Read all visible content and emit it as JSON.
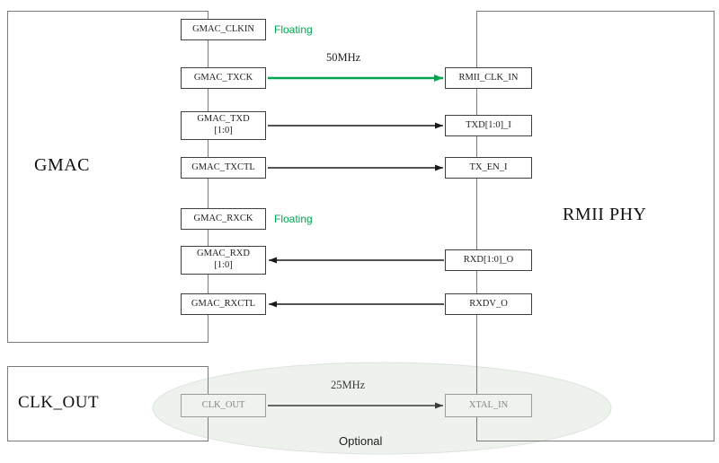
{
  "colors": {
    "green": "#00a550",
    "line": "#1a1a1a",
    "muted": "#858585",
    "ellipse": "#e9efe9"
  },
  "blocks": {
    "gmac": "GMAC",
    "rmii_phy": "RMII PHY",
    "clk_out": "CLK_OUT"
  },
  "ports_left": [
    {
      "label": "GMAC_CLKIN"
    },
    {
      "label": "GMAC_TXCK"
    },
    {
      "label": "GMAC_TXD\n[1:0]"
    },
    {
      "label": "GMAC_TXCTL"
    },
    {
      "label": "GMAC_RXCK"
    },
    {
      "label": "GMAC_RXD\n[1:0]"
    },
    {
      "label": "GMAC_RXCTL"
    },
    {
      "label": "CLK_OUT"
    }
  ],
  "ports_right": [
    {
      "label": "RMII_CLK_IN"
    },
    {
      "label": "TXD[1:0]_I"
    },
    {
      "label": "TX_EN_I"
    },
    {
      "label": "RXD[1:0]_O"
    },
    {
      "label": "RXDV_O"
    },
    {
      "label": "XTAL_IN"
    }
  ],
  "annotations": {
    "floating_top": "Floating",
    "floating_mid": "Floating",
    "freq_top": "50MHz",
    "freq_bottom": "25MHz",
    "optional": "Optional"
  }
}
